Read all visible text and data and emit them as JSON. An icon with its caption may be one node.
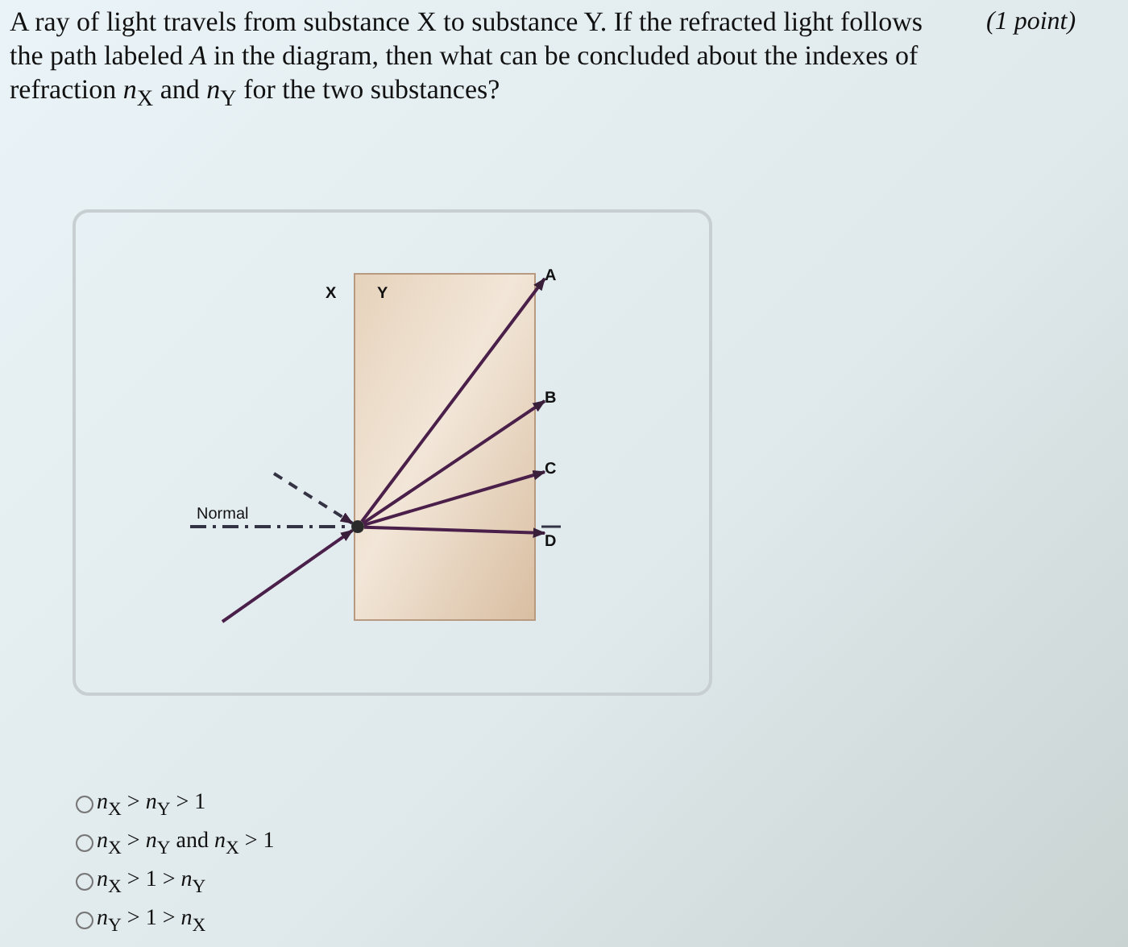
{
  "diagram": {
    "title": "A ray of light travels from substance X to substance Y. If the refracted light follows the path labeled *A* in the diagram, then what can be concluded about the indexes of refraction *n*$_{X}$ and *n*$_{Y}$ for the two substances?",
    "nodes": [
      {
        "text": [],
        "shape": "dot"
      },
      {
        "text": [
          "A"
        ]
      },
      {
        "text": [
          "B"
        ]
      },
      {
        "text": [
          "C"
        ]
      },
      {
        "text": [
          "D"
        ]
      }
    ],
    "edges": [
      {
        "from": null,
        "to": 0,
        "arrow": "to"
      },
      {
        "from": null,
        "to": 0,
        "arrow": "to",
        "style": "dashed"
      },
      {
        "from": 0,
        "to": 1,
        "arrow": "to"
      },
      {
        "from": 0,
        "to": 2,
        "arrow": "to"
      },
      {
        "from": 0,
        "to": 3,
        "arrow": "to"
      },
      {
        "from": 0,
        "to": 4,
        "arrow": "to"
      }
    ],
    "labels": [
      "(1 point)",
      "X",
      "Y",
      "Normal",
      "*n*$_{X}$ > *n*$_{Y}$ > 1",
      "*n*$_{X}$ > *n*$_{Y}$ and *n*$_{X}$ > 1",
      "*n*$_{X}$ > 1 > *n*$_{Y}$",
      "*n*$_{Y}$ > 1 > *n*$_{X}$"
    ]
  }
}
